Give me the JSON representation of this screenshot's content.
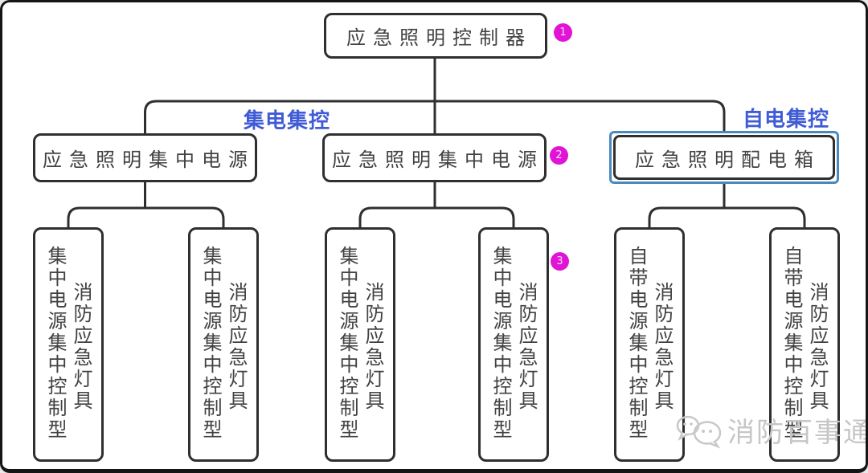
{
  "diagram": {
    "root": {
      "label": "应急照明控制器"
    },
    "level2": [
      {
        "label": "应急照明集中电源"
      },
      {
        "label": "应急照明集中电源"
      },
      {
        "label": "应急照明配电箱",
        "highlighted": true
      }
    ],
    "branch_labels": {
      "left": "集电集控",
      "right": "自电集控"
    },
    "level3": [
      {
        "type_label": "集中电源集中控制型",
        "device_label": "消防应急灯具"
      },
      {
        "type_label": "集中电源集中控制型",
        "device_label": "消防应急灯具"
      },
      {
        "type_label": "集中电源集中控制型",
        "device_label": "消防应急灯具"
      },
      {
        "type_label": "集中电源集中控制型",
        "device_label": "消防应急灯具"
      },
      {
        "type_label": "自带电源集中控制型",
        "device_label": "消防应急灯具"
      },
      {
        "type_label": "自带电源集中控制型",
        "device_label": "消防应急灯具"
      }
    ],
    "badges": [
      {
        "number": "1"
      },
      {
        "number": "2"
      },
      {
        "number": "3"
      }
    ]
  },
  "watermark": {
    "logo_icon": "wechat-chat-bubbles-icon",
    "text": "消防百事通"
  },
  "colors": {
    "line": "#2f2f2f",
    "badge": "#e013d6",
    "branch_label": "#3f5bd6",
    "highlight_border": "#4a89be",
    "watermark": "#c6c6c6"
  }
}
